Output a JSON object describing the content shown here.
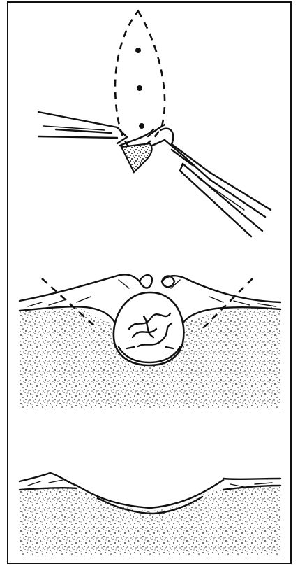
{
  "figure": {
    "panels": [
      {
        "id": "panel-1",
        "content": "excision"
      },
      {
        "id": "panel-2",
        "content": "cyst-cross-section"
      },
      {
        "id": "panel-3",
        "content": "wound-result"
      }
    ]
  },
  "colors": {
    "ink": "#111111",
    "paper": "#ffffff"
  }
}
